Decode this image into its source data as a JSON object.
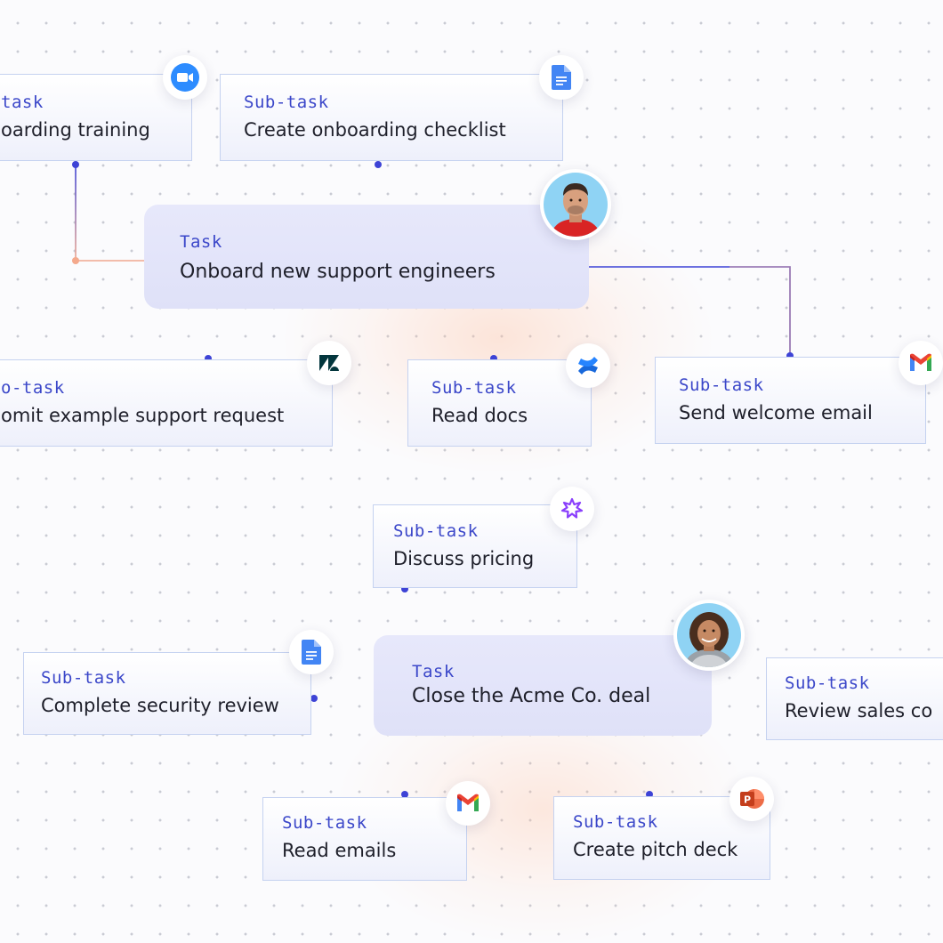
{
  "task_kind": "Task",
  "subtask_kind": "Sub-task",
  "clips": {
    "onboarding_training_kind": "task",
    "submit_request_kind": "o-task"
  },
  "nodes": {
    "onboarding_training": {
      "text": "oarding training",
      "icon": "zoom-icon"
    },
    "create_checklist": {
      "text": "Create onboarding checklist",
      "icon": "google-docs-icon"
    },
    "onboard_task": {
      "text": "Onboard new support engineers",
      "avatar": "man-avatar"
    },
    "submit_request": {
      "text": "omit example support request",
      "icon": "zendesk-icon"
    },
    "read_docs": {
      "text": "Read docs",
      "icon": "confluence-icon"
    },
    "welcome_email": {
      "text": "Send welcome email",
      "icon": "gmail-icon"
    },
    "discuss_pricing": {
      "text": "Discuss pricing",
      "icon": "gong-icon"
    },
    "security_review": {
      "text": "Complete security review",
      "icon": "google-docs-icon"
    },
    "acme_task": {
      "text": "Close the Acme Co. deal",
      "avatar": "woman-avatar"
    },
    "sales_review": {
      "text": "Review sales co",
      "icon": "none"
    },
    "read_emails": {
      "text": "Read emails",
      "icon": "gmail-icon"
    },
    "pitch_deck": {
      "text": "Create pitch deck",
      "icon": "powerpoint-icon"
    }
  },
  "colors": {
    "connector_blue": "#3d43d6",
    "connector_peach": "#f4a98c",
    "task_bg": "#e3e5fa",
    "subtask_border": "#c5d2f0",
    "kind_text": "#3b47c9"
  }
}
